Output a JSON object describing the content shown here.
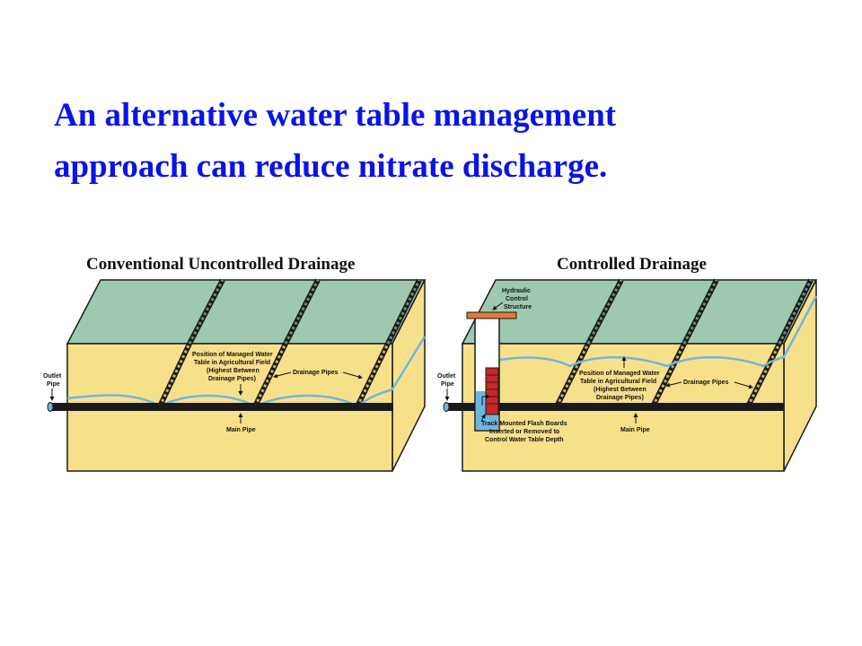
{
  "slide": {
    "title_line1": "An alternative water table management",
    "title_line2": "approach can reduce nitrate discharge."
  },
  "colors": {
    "title": "#0a14e6",
    "soil": "#f7e08a",
    "field_top": "#9ec9b0",
    "water_line": "#6fb6de",
    "pipe": "#1a1a1a",
    "drain_stripe": "#8c7a3a",
    "flashboard": "#c62828",
    "cap": "#e07a3a"
  },
  "left_panel": {
    "title": "Conventional Uncontrolled Drainage",
    "outlet_label_1": "Outlet",
    "outlet_label_2": "Pipe",
    "water_label_1": "Position of Managed Water",
    "water_label_2": "Table in Agricultural Field",
    "water_label_3": "(Highest Between",
    "water_label_4": "Drainage Pipes)",
    "drainage_label": "Drainage Pipes",
    "main_pipe_label": "Main Pipe"
  },
  "right_panel": {
    "title": "Controlled Drainage",
    "hydraulic_label_1": "Hydraulic",
    "hydraulic_label_2": "Control",
    "hydraulic_label_3": "Structure",
    "outlet_label_1": "Outlet",
    "outlet_label_2": "Pipe",
    "water_label_1": "Position of Managed Water",
    "water_label_2": "Table in Agricultural Field",
    "water_label_3": "(Highest Between",
    "water_label_4": "Drainage Pipes)",
    "drainage_label": "Drainage Pipes",
    "main_pipe_label": "Main Pipe",
    "flash_label_1": "Track Mounted Flash Boards",
    "flash_label_2": "Inserted or Removed to",
    "flash_label_3": "Control Water Table Depth"
  }
}
